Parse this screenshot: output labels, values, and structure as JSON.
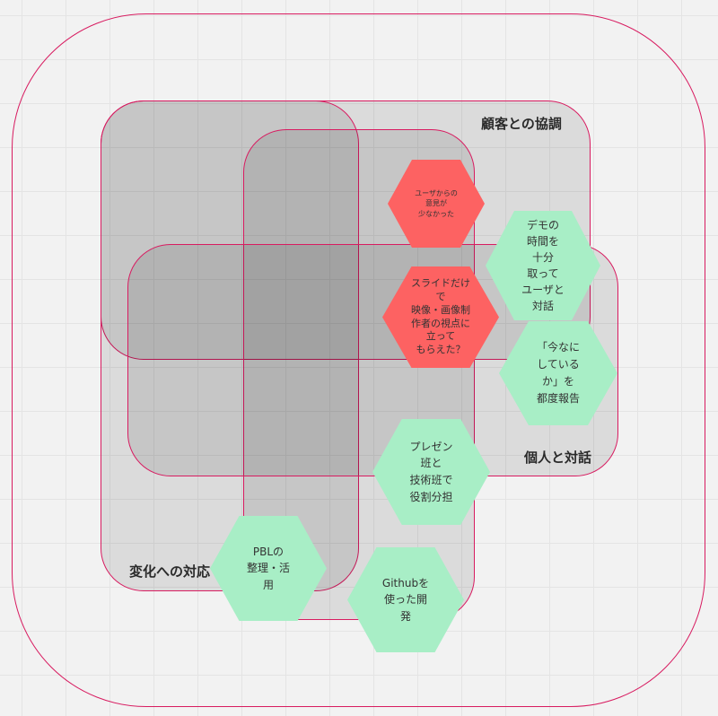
{
  "colors": {
    "background": "#f2f2f2",
    "border": "#d81b60",
    "positive_sticky": "#a8eec6",
    "negative_sticky": "#fd6262"
  },
  "regions": [
    {
      "id": "customer-collaboration",
      "label": "顧客との協調"
    },
    {
      "id": "individuals-interactions",
      "label": "個人と対話"
    },
    {
      "id": "responding-to-change",
      "label": "変化への対応"
    }
  ],
  "stickies": [
    {
      "id": "few-user-opinions",
      "type": "negative",
      "text": "ユーザからの\n意見が\n少なかった"
    },
    {
      "id": "slides-only",
      "type": "negative",
      "text": "スライドだけ\nで\n映像・画像制\n作者の視点に\n立って\nもらえた？"
    },
    {
      "id": "demo-time",
      "type": "positive",
      "text": "デモの\n時間を\n十分\n取って\nユーザと\n対話"
    },
    {
      "id": "report-progress",
      "type": "positive",
      "text": "「今なに\nしている\nか」を\n都度報告"
    },
    {
      "id": "role-split",
      "type": "positive",
      "text": "プレゼン\n班と\n技術班で\n役割分担"
    },
    {
      "id": "pbl-organize",
      "type": "positive",
      "text": "PBLの\n整理・活\n用"
    },
    {
      "id": "github-dev",
      "type": "positive",
      "text": "Githubを\n使った開\n発"
    }
  ]
}
